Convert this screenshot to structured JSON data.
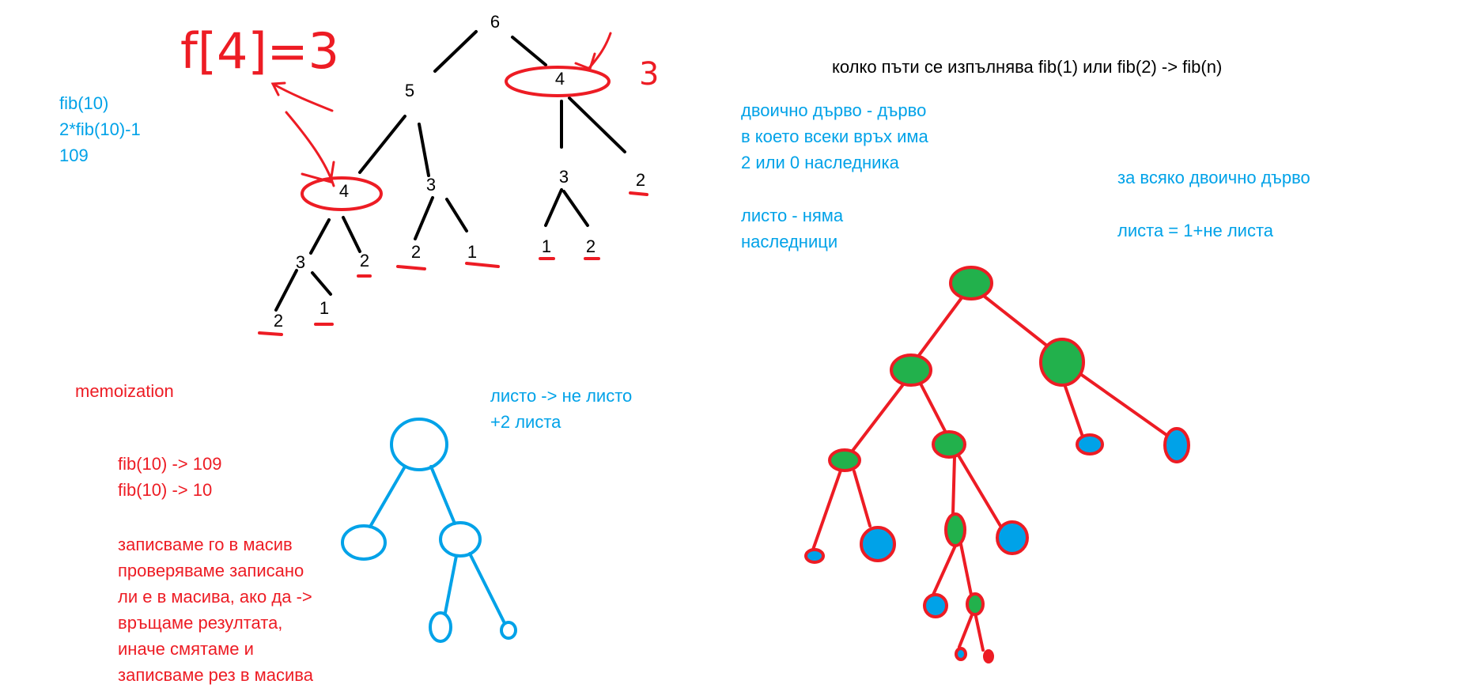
{
  "colors": {
    "edge": "#000000",
    "accent_red": "#ed1c24",
    "blue": "#00a2e8",
    "green": "#22b14c"
  },
  "fib_tree": {
    "labels": {
      "root": "6",
      "n5": "5",
      "n4r": "4",
      "n4l": "4",
      "n3a": "3",
      "n3b": "3",
      "n3c": "3",
      "n2a": "2",
      "n2b": "2",
      "n2c": "2",
      "n2d": "2",
      "n2e": "2",
      "n1a": "1",
      "n1b": "1",
      "n1c": "1"
    },
    "memo_note": "f[4]=3",
    "memo_value": "3"
  },
  "notes": {
    "fib_count": [
      "fib(10)",
      "2*fib(10)-1",
      "109"
    ],
    "question": "колко пъти се изпълнява fib(1) или fib(2) -> fib(n)",
    "binary_tree_def": [
      "двоично дърво - дърво",
      "в което всеки връх има",
      "2 или 0 наследника"
    ],
    "leaf_def": [
      "листо - няма",
      "наследници"
    ],
    "every_tree": "за всяко двоично дърво",
    "leaves_formula": "листа = 1+не листа",
    "leaf_transform": [
      "листо -> не листо",
      "+2 листа"
    ],
    "memoization_title": "memoization",
    "memo_results": [
      "fib(10) -> 109",
      "fib(10) -> 10"
    ],
    "memo_steps": [
      "записваме го в масив",
      "проверяваме записано",
      "ли е в масива, ако да ->",
      "връщаме резултата,",
      "иначе смятаме и",
      "записваме рез в масива"
    ]
  }
}
